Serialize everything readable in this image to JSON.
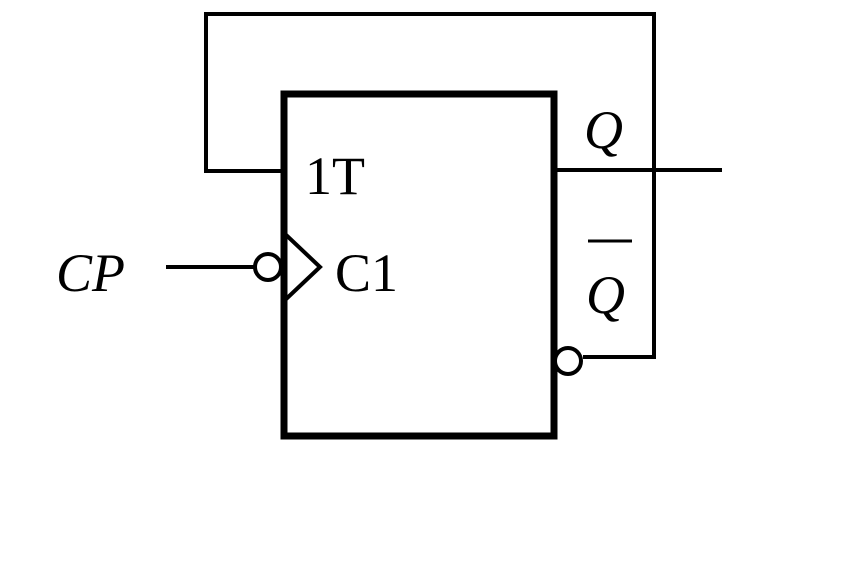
{
  "diagram": {
    "input_label": "CP",
    "t_input_label": "1T",
    "clock_label": "C1",
    "q_label": "Q",
    "q_bar_label": "Q"
  }
}
